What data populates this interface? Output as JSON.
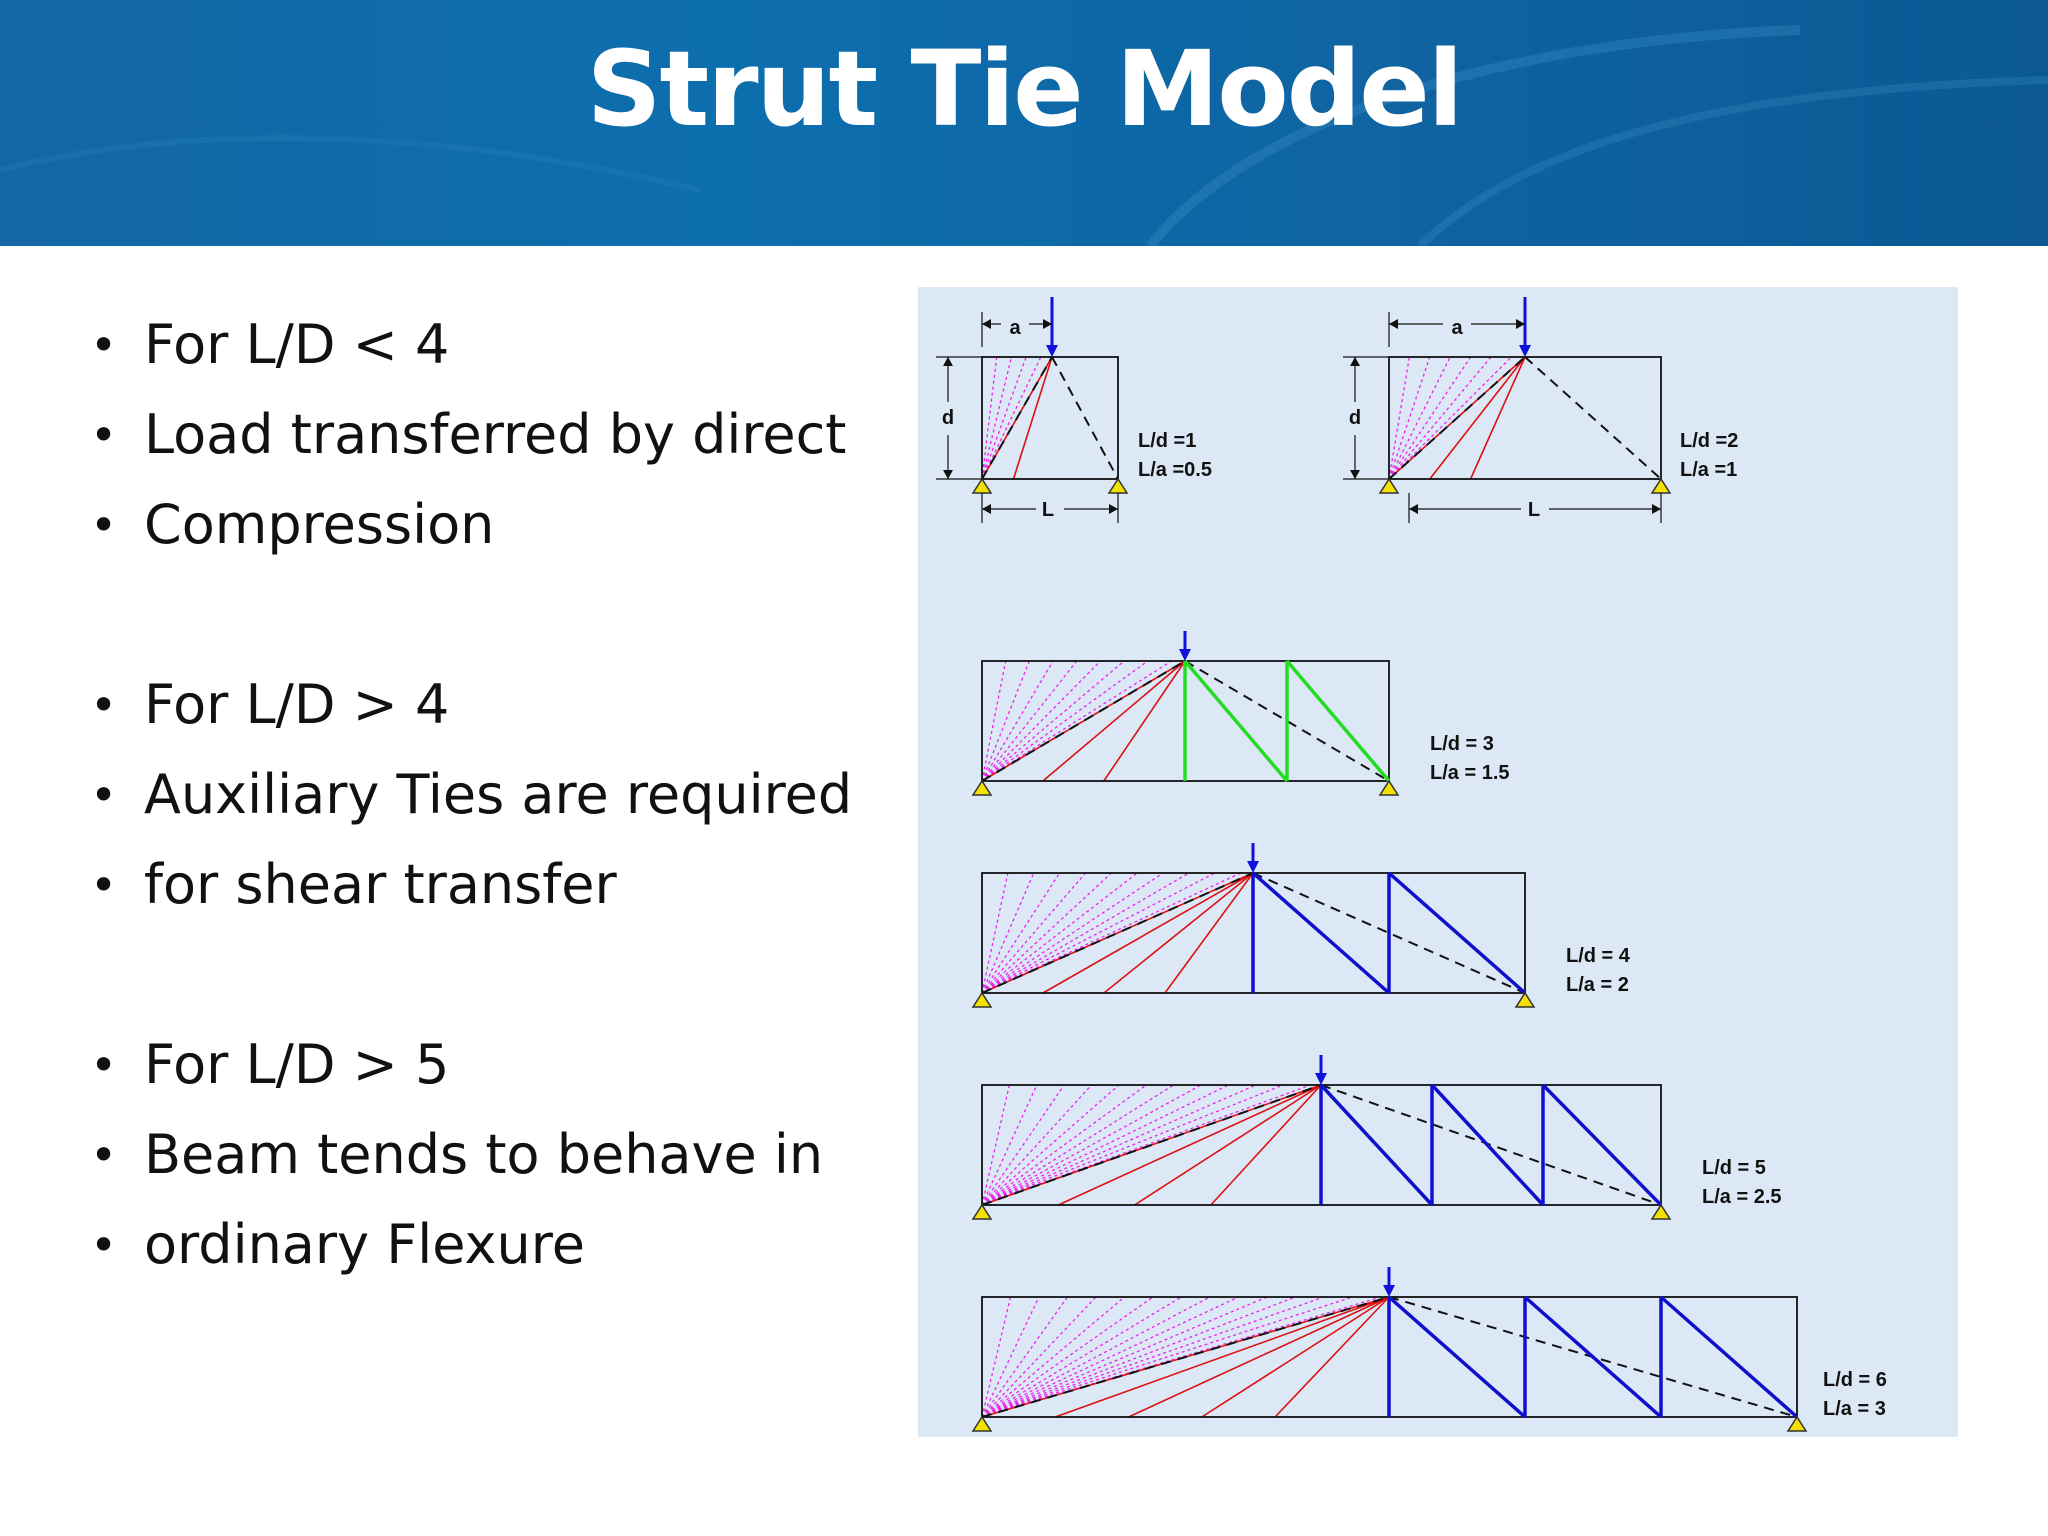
{
  "slide": {
    "title": "Strut Tie Model",
    "bullet_groups": [
      [
        "For L/D < 4",
        "Load transferred by direct",
        "Compression"
      ],
      [
        "For L/D > 4",
        "Auxiliary Ties are required",
        "for shear transfer"
      ],
      [
        "For L/D > 5",
        "Beam tends to behave in",
        "ordinary Flexure"
      ]
    ]
  },
  "diagram": {
    "dimension_labels": {
      "shear_span": "a",
      "depth": "d",
      "span": "L"
    },
    "colors": {
      "load_arrow": "#1010dd",
      "compression_strut": "#111111",
      "direct_strut": "#dd1111",
      "fan_strut": "#ee22ee",
      "tie_short_beam": "#22dd22",
      "tie_long_beam": "#1010cc",
      "support": "#f2e200",
      "panel_background": "#dce8f5",
      "header": "#0d6eae"
    },
    "beams": [
      {
        "ld_label": "L/d =1",
        "la_label": "L/a =0.5"
      },
      {
        "ld_label": "L/d =2",
        "la_label": "L/a =1"
      },
      {
        "ld_label": "L/d = 3",
        "la_label": "L/a = 1.5"
      },
      {
        "ld_label": "L/d = 4",
        "la_label": "L/a = 2"
      },
      {
        "ld_label": "L/d = 5",
        "la_label": "L/a = 2.5"
      },
      {
        "ld_label": "L/d = 6",
        "la_label": "L/a = 3"
      }
    ]
  }
}
